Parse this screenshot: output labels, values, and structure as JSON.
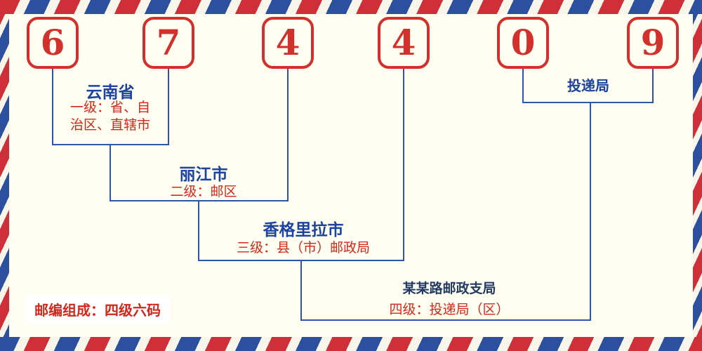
{
  "postal_code": {
    "digits": [
      "6",
      "7",
      "4",
      "4",
      "0",
      "9"
    ]
  },
  "levels": [
    {
      "name": "云南省",
      "desc": "一级：省、自治区、直辖市"
    },
    {
      "name": "丽江市",
      "desc": "二级：邮区"
    },
    {
      "name": "香格里拉市",
      "desc": "三级：县（市）邮政局"
    },
    {
      "name": "某某路邮政支局",
      "desc": "四级：投递局（区）"
    },
    {
      "name": "投递局",
      "desc": ""
    }
  ],
  "footer": {
    "composition": "邮编组成：四级六码"
  },
  "colors": {
    "background": "#fffef0",
    "digit_red": "#d2302c",
    "line_blue": "#2b55a5",
    "label_blue": "#1c43a0",
    "desc_red": "#d2281c",
    "stripe_red": "#ce2f38",
    "stripe_blue": "#2c4f9e"
  }
}
